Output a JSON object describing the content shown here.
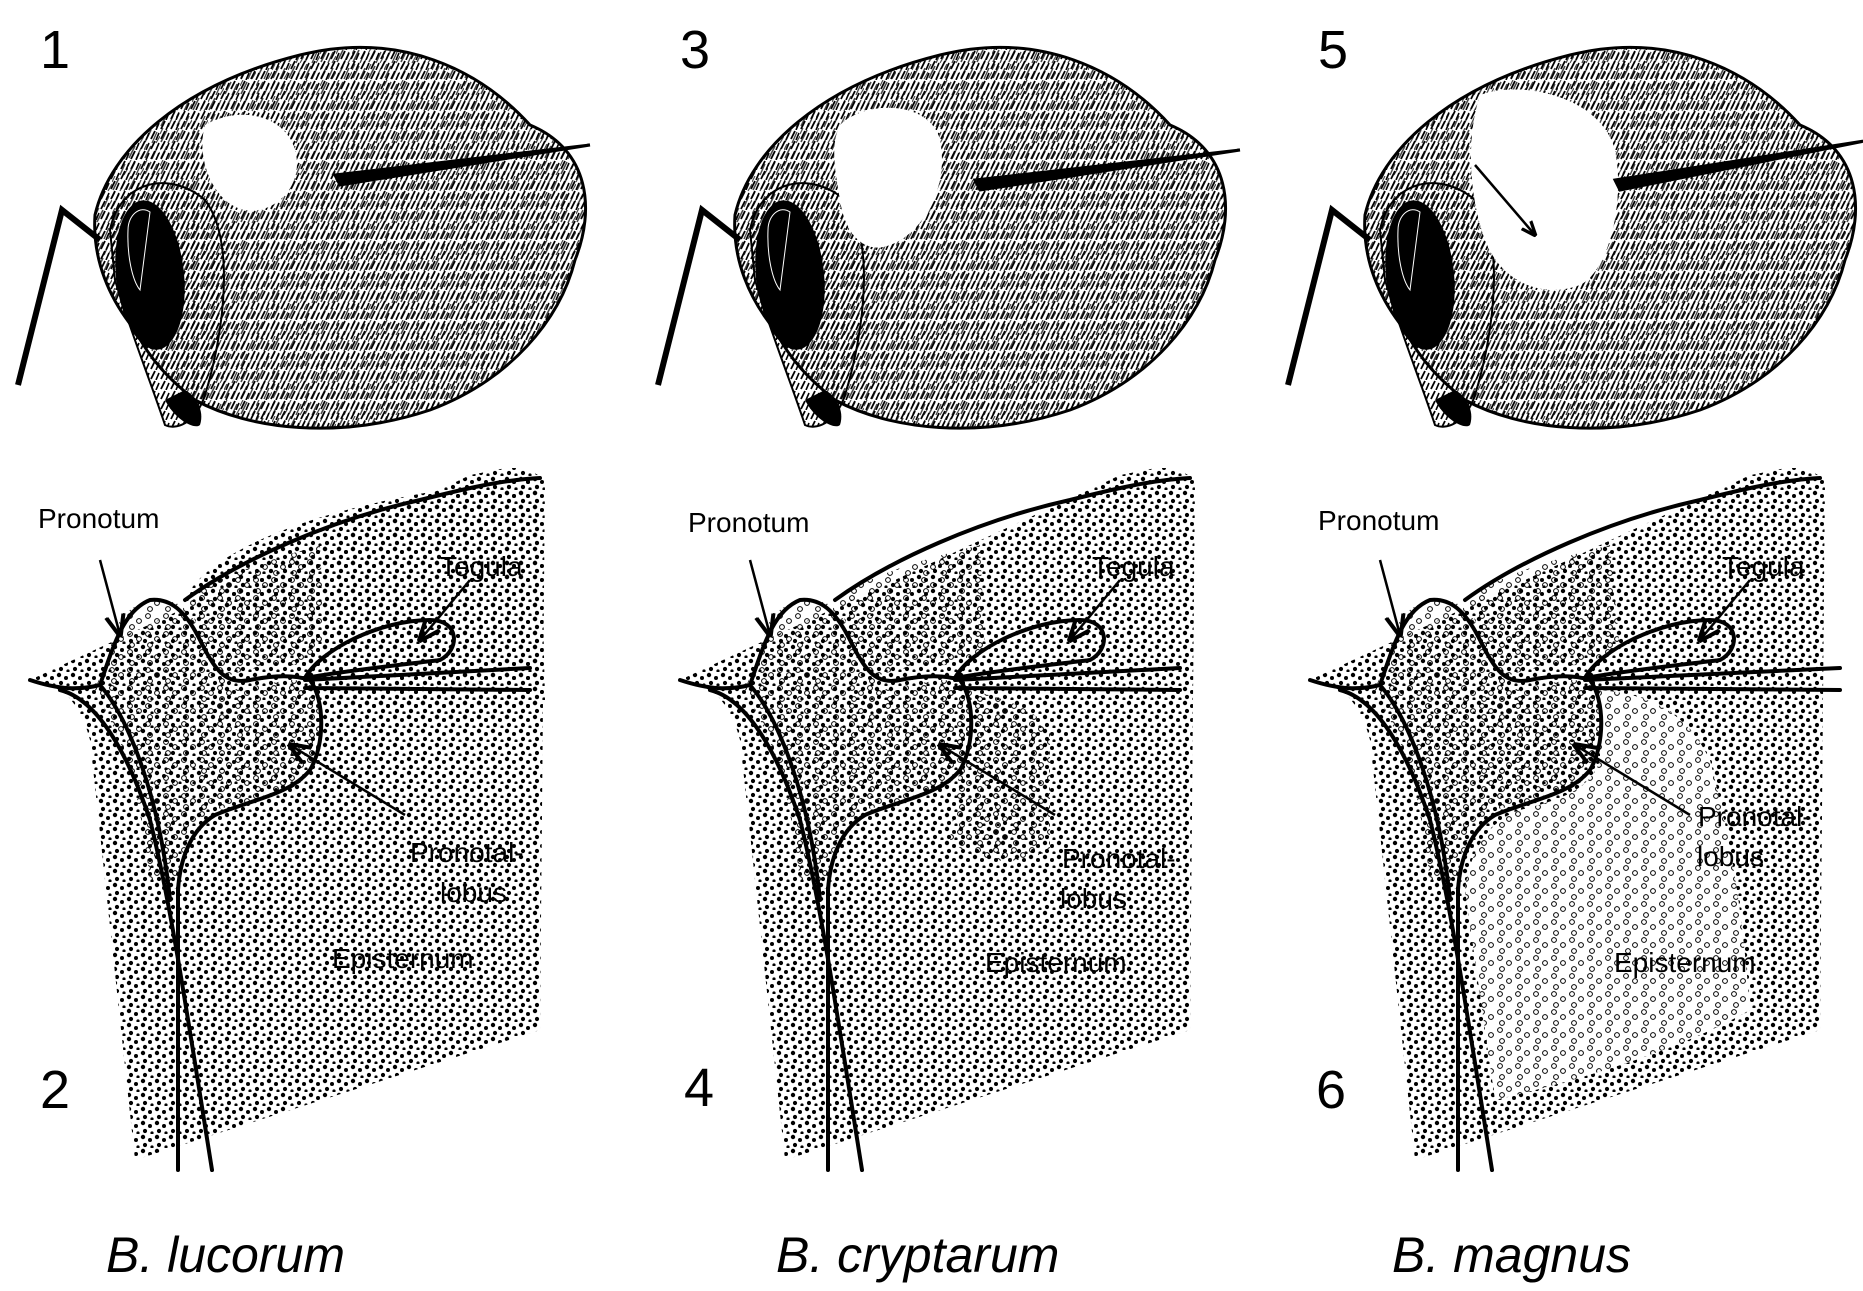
{
  "panels": [
    {
      "top_number": "1",
      "bottom_number": "2",
      "species": "B. lucorum",
      "labels": {
        "pronotum": "Pronotum",
        "tegula": "Tegula",
        "pronotal_lobus_1": "Pronotal-",
        "pronotal_lobus_2": "lobus",
        "episternum": "Episternum"
      }
    },
    {
      "top_number": "3",
      "bottom_number": "4",
      "species": "B. cryptarum",
      "labels": {
        "pronotum": "Pronotum",
        "tegula": "Tegula",
        "pronotal_lobus_1": "Pronotal-",
        "pronotal_lobus_2": "lobus",
        "episternum": "Episternum"
      }
    },
    {
      "top_number": "5",
      "bottom_number": "6",
      "species": "B. magnus",
      "labels": {
        "pronotum": "Pronotum",
        "tegula": "Tegula",
        "pronotal_lobus_1": "Pronotal-",
        "pronotal_lobus_2": "lobus",
        "episternum": "Episternum"
      }
    }
  ],
  "colors": {
    "ink": "#000000",
    "paper": "#ffffff",
    "light_pile": "#f2f2f2"
  }
}
